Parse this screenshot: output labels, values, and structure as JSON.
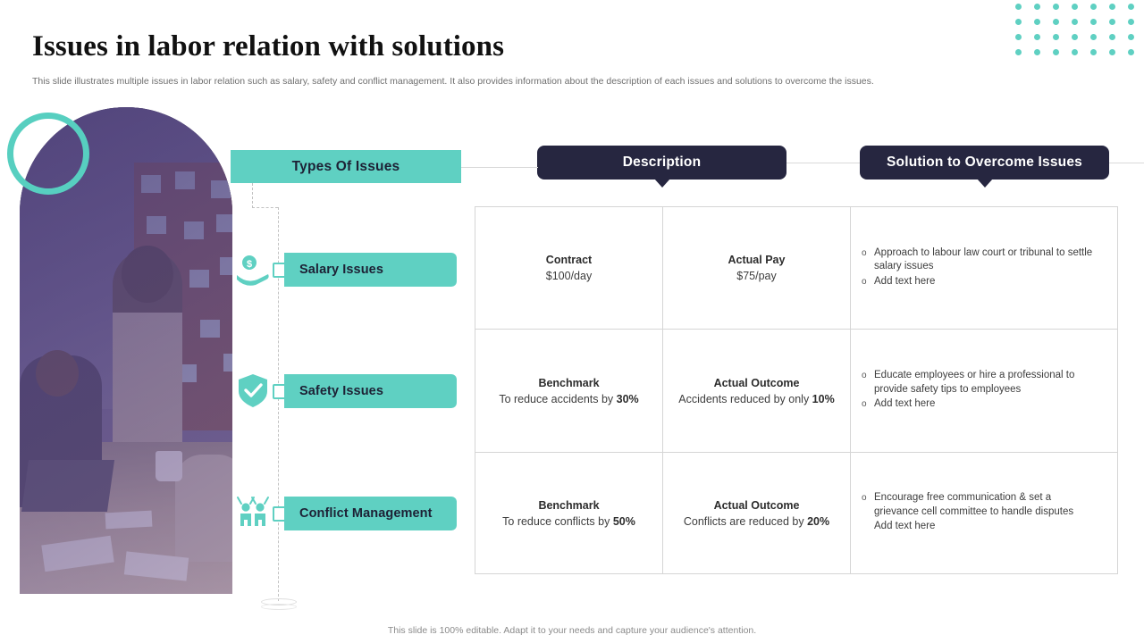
{
  "slide": {
    "title": "Issues in labor relation with solutions",
    "subtitle": "This slide illustrates multiple issues in labor relation such as salary, safety and conflict management. It also provides information about the description of each issues and solutions to overcome the issues.",
    "footer": "This slide is 100% editable.  Adapt it to your needs and capture your audience's attention."
  },
  "colors": {
    "teal": "#5FD0C2",
    "navy": "#262640",
    "border": "#D5D5D5",
    "text": "#3D3D3D"
  },
  "headers": {
    "types": "Types Of Issues",
    "description": "Description",
    "solution": "Solution to Overcome Issues"
  },
  "issues": [
    {
      "label": "Salary Issues",
      "icon": "hand-with-coin-icon"
    },
    {
      "label": "Safety Issues",
      "icon": "shield-check-icon"
    },
    {
      "label": "Conflict Management",
      "icon": "two-people-icon"
    }
  ],
  "rows": [
    {
      "desc_left_title": "Contract",
      "desc_left_value": "$100/day",
      "desc_right_title": "Actual Pay",
      "desc_right_value": "$75/pay",
      "solutions": [
        {
          "marker": "o",
          "text": "Approach to labour law court or tribunal to settle salary issues"
        },
        {
          "marker": "o",
          "text": "Add text here"
        }
      ]
    },
    {
      "desc_left_title": "Benchmark",
      "desc_left_prefix": "To reduce accidents by ",
      "desc_left_bold": "30%",
      "desc_right_title": "Actual Outcome",
      "desc_right_prefix": "Accidents reduced  by only ",
      "desc_right_bold": "10%",
      "solutions": [
        {
          "marker": "o",
          "text": "Educate employees or hire a professional to provide  safety tips to employees"
        },
        {
          "marker": "o",
          "text": "Add text here"
        }
      ]
    },
    {
      "desc_left_title": "Benchmark",
      "desc_left_prefix": "To reduce conflicts by ",
      "desc_left_bold": "50%",
      "desc_right_title": "Actual Outcome",
      "desc_right_prefix": "Conflicts are reduced  by ",
      "desc_right_bold": "20%",
      "solutions": [
        {
          "marker": "o",
          "text": "Encourage free communication & set a grievance  cell committee to handle  disputes"
        },
        {
          "marker": "",
          "text": "Add text here"
        }
      ]
    }
  ]
}
